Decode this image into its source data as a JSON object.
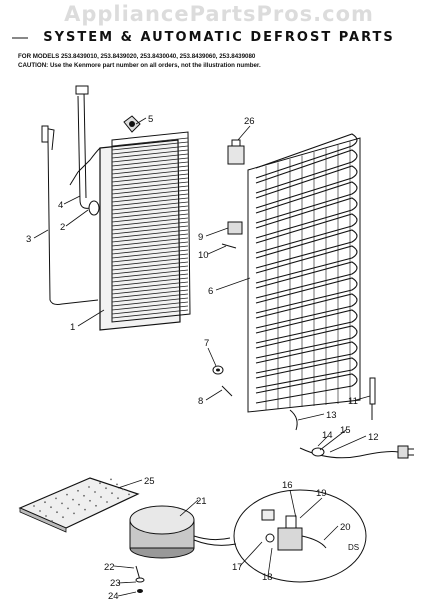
{
  "watermark": "AppliancePartsPros.com",
  "header": {
    "title": "SYSTEM & AUTOMATIC DEFROST PARTS",
    "models_line": "FOR MODELS 253.8439010, 253.8439020, 253.8430040, 253.8439060, 253.8439080",
    "caution_line": "CAUTION: Use the Kenmore part number on all orders, not the illustration number."
  },
  "corner_mark": "DS",
  "callouts": [
    {
      "id": "1",
      "text": "1"
    },
    {
      "id": "2",
      "text": "2"
    },
    {
      "id": "3",
      "text": "3"
    },
    {
      "id": "4",
      "text": "4"
    },
    {
      "id": "5",
      "text": "5"
    },
    {
      "id": "6",
      "text": "6"
    },
    {
      "id": "7",
      "text": "7"
    },
    {
      "id": "8",
      "text": "8"
    },
    {
      "id": "9",
      "text": "9"
    },
    {
      "id": "10",
      "text": "10"
    },
    {
      "id": "11",
      "text": "11"
    },
    {
      "id": "12",
      "text": "12"
    },
    {
      "id": "13",
      "text": "13"
    },
    {
      "id": "14",
      "text": "14"
    },
    {
      "id": "15",
      "text": "15"
    },
    {
      "id": "16",
      "text": "16"
    },
    {
      "id": "17",
      "text": "17"
    },
    {
      "id": "18",
      "text": "18"
    },
    {
      "id": "19",
      "text": "19"
    },
    {
      "id": "20",
      "text": "20"
    },
    {
      "id": "21",
      "text": "21"
    },
    {
      "id": "22",
      "text": "22"
    },
    {
      "id": "23",
      "text": "23"
    },
    {
      "id": "24",
      "text": "24"
    },
    {
      "id": "25",
      "text": "25"
    },
    {
      "id": "26",
      "text": "26"
    }
  ]
}
